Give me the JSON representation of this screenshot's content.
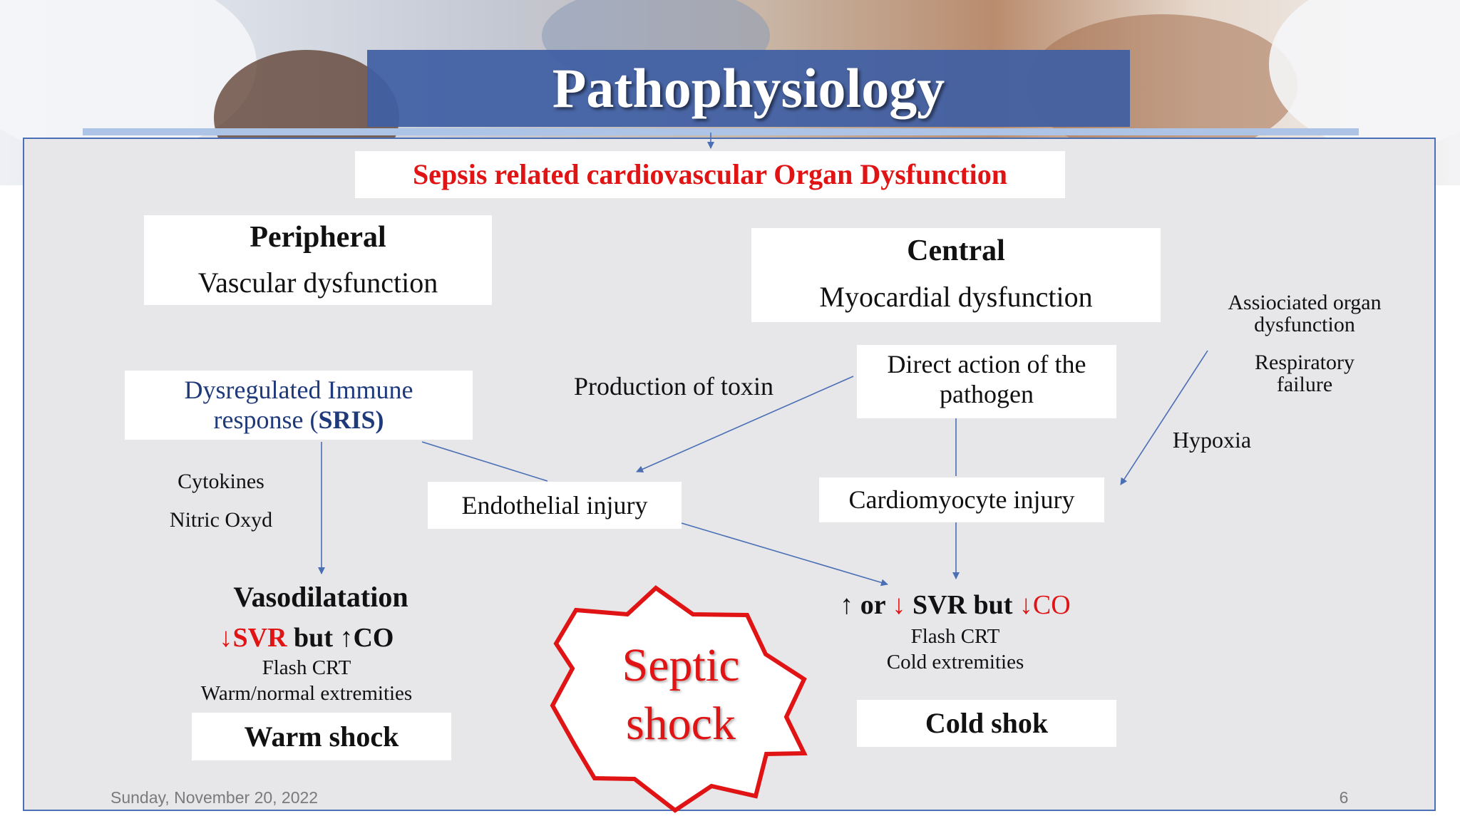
{
  "slide": {
    "title": "Pathophysiology",
    "date": "Sunday, November 20, 2022",
    "page_number": "6"
  },
  "diagram": {
    "top_box": "Sepsis related cardiovascular Organ Dysfunction",
    "peripheral": {
      "heading": "Peripheral",
      "subtitle": "Vascular dysfunction"
    },
    "central": {
      "heading": "Central",
      "subtitle": "Myocardial dysfunction"
    },
    "associated": {
      "line1": "Assiociated organ",
      "line2": "dysfunction",
      "line3": "Respiratory",
      "line4": "failure"
    },
    "hypoxia": "Hypoxia",
    "immune": {
      "line1": "Dysregulated Immune",
      "line2_prefix": "response (",
      "line2_bold": "SRIS)"
    },
    "cytokines": "Cytokines",
    "nitric": "Nitric Oxyd",
    "toxin": "Production of toxin",
    "pathogen": {
      "line1": "Direct action of the",
      "line2": "pathogen"
    },
    "endothelial": "Endothelial injury",
    "cardiomyocyte": "Cardiomyocyte injury",
    "vasodilatation": "Vasodilatation",
    "warm_svr": {
      "down": "↓SVR",
      "mid": " but ",
      "up": "↑CO"
    },
    "warm_crt": "Flash CRT",
    "warm_extremities": "Warm/normal extremities",
    "warm_shock": "Warm shock",
    "cold_svr": {
      "up": "↑",
      "or": " or ",
      "down": "↓",
      "svr": " SVR but ",
      "co": "↓CO"
    },
    "cold_crt": "Flash CRT",
    "cold_extremities": "Cold extremities",
    "cold_shock": "Cold shok",
    "septic": {
      "line1": "Septic",
      "line2": "shock"
    }
  },
  "colors": {
    "accent_red": "#e01414",
    "navy": "#1f3a7a",
    "arrow_blue": "#4a6fb5",
    "banner_blue": "#3f5fa4",
    "panel_gray": "#e7e7ea"
  }
}
